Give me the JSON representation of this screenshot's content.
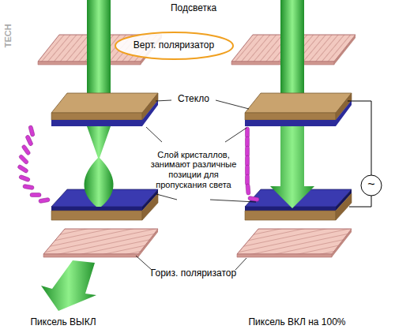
{
  "diagram": {
    "nodes": [
      {
        "text": [
          "Верт. поляризатор"
        ]
      }
    ],
    "labels": [
      "Подсветка",
      "Стекло",
      "Слой кристаллов, занимают различные позиции для пропускания света",
      "~",
      "Гориз. поляризатор",
      "Пиксель ВЫКЛ",
      "Пиксель ВКЛ на 100%",
      "TECH"
    ]
  }
}
